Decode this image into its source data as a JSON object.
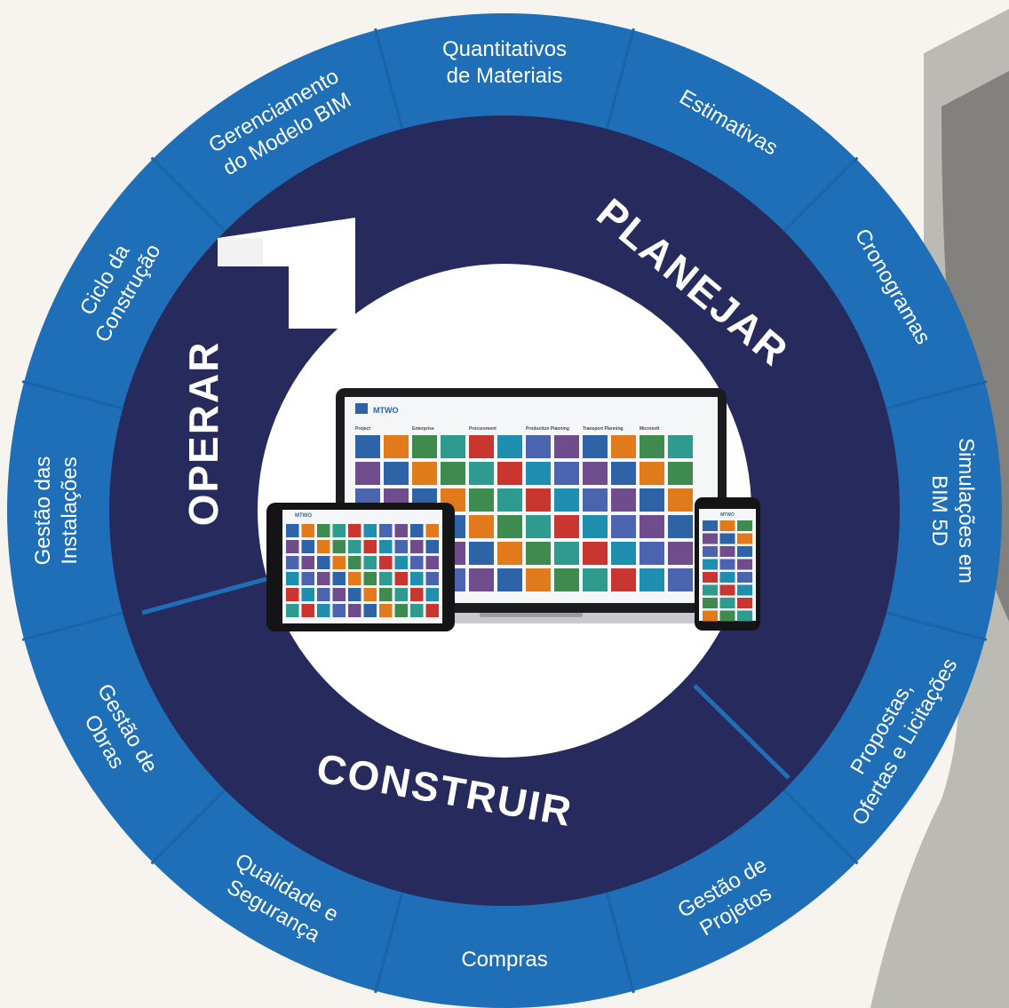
{
  "colors": {
    "background": "#f7f3ee",
    "outer_ring": "#1e6fb8",
    "outer_ring_dark": "#155a9c",
    "inner_ring": "#262a5c",
    "center": "#ffffff",
    "tile_palette": [
      "#2f63a8",
      "#2f9a8e",
      "#4a64b0",
      "#e07a1a",
      "#c9362f",
      "#6f4c8c",
      "#3f8a4f",
      "#1f8fb0"
    ]
  },
  "ring_segments": [
    {
      "label": [
        "Quantitativos",
        "de Materiais"
      ]
    },
    {
      "label": [
        "Estimativas"
      ]
    },
    {
      "label": [
        "Cronogramas"
      ]
    },
    {
      "label": [
        "Simulações em",
        "BIM 5D"
      ]
    },
    {
      "label": [
        "Propostas,",
        "Ofertas e Licitações"
      ]
    },
    {
      "label": [
        "Gestão de",
        "Projetos"
      ]
    },
    {
      "label": [
        "Compras"
      ]
    },
    {
      "label": [
        "Qualidade e",
        "Segurança"
      ]
    },
    {
      "label": [
        "Gestão de",
        "Obras"
      ]
    },
    {
      "label": [
        "Gestão das",
        "Instalações"
      ]
    },
    {
      "label": [
        "Ciclo da",
        "Construção"
      ]
    },
    {
      "label": [
        "Gerenciamento",
        "do Modelo BIM"
      ]
    }
  ],
  "phases": {
    "planejar": "PLANEJAR",
    "construir": "CONSTRUIR",
    "operar": "OPERAR"
  },
  "devices": {
    "brand": "MTWO",
    "laptop_columns": [
      "Project",
      "Enterprise",
      "Procurement",
      "Production Planning",
      "Transport Planning",
      "Microsoft"
    ],
    "phone_title": "MTWO"
  }
}
